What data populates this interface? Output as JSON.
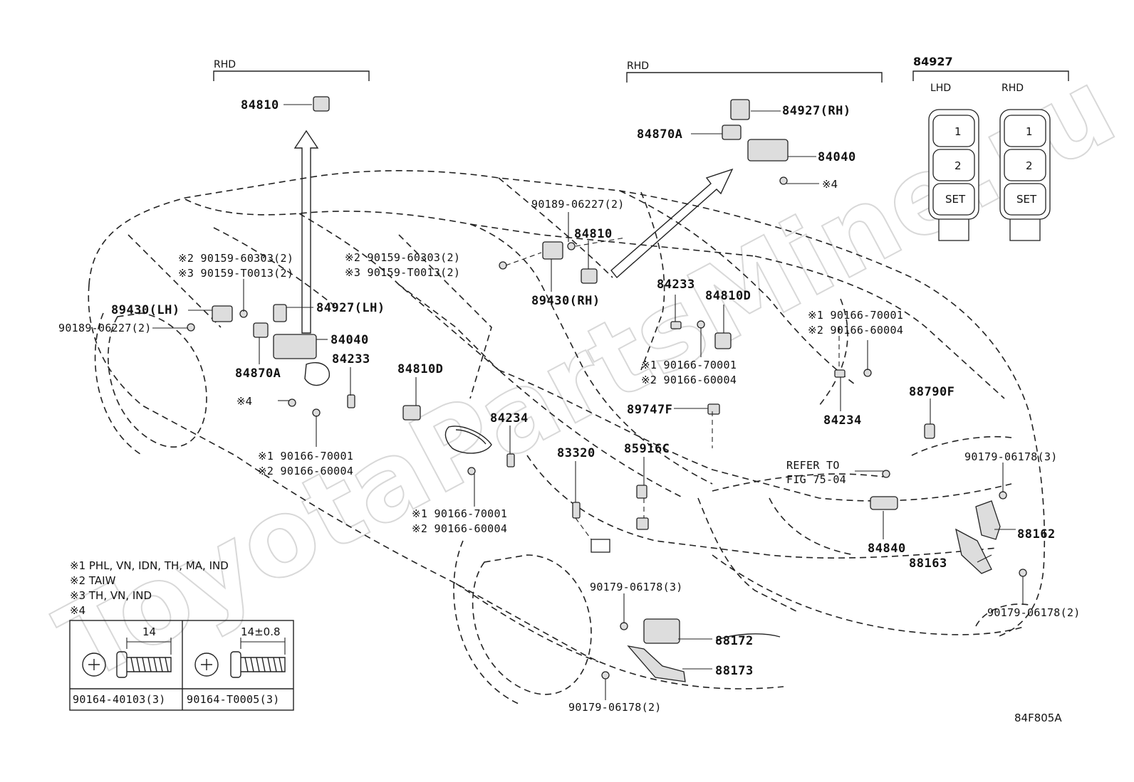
{
  "watermark": "ToyotaPartsMine.ru",
  "figure_code": "84F805A",
  "groups": {
    "rhd_left": "RHD",
    "rhd_right": "RHD",
    "switch_panel": {
      "number": "84927",
      "lhd": "LHD",
      "rhd": "RHD",
      "button_labels": [
        "1",
        "2",
        "SET"
      ]
    }
  },
  "callouts": {
    "c_84810_top": "84810",
    "c_84927_rh": "84927(RH)",
    "c_84870a_right": "84870A",
    "c_84040_right": "84040",
    "c_note4_right": "※4",
    "c_90189_right": "90189-06227(2)",
    "c_84810_mid": "84810",
    "c_89430_rh": "89430(RH)",
    "c_90159_a2_mid": "※2 90159-60303(2)",
    "c_90159_a3_mid": "※3 90159-T0013(2)",
    "c_90159_a2_left": "※2 90159-60303(2)",
    "c_90159_a3_left": "※3 90159-T0013(2)",
    "c_89430_lh": "89430(LH)",
    "c_84927_lh": "84927(LH)",
    "c_90189_left": "90189-06227(2)",
    "c_84040_left": "84040",
    "c_84233_left": "84233",
    "c_84870a_left": "84870A",
    "c_note4_left": "※4",
    "c_84810d_left": "84810D",
    "c_90166_a1_left": "※1  90166-70001",
    "c_90166_a2_left": "※2  90166-60004",
    "c_84234_mid": "84234",
    "c_83320": "83320",
    "c_90166_a1_low": "※1  90166-70001",
    "c_90166_a2_low": "※2  90166-60004",
    "c_84233_right": "84233",
    "c_84810d_right": "84810D",
    "c_90166_a1_mid": "※1  90166-70001",
    "c_90166_a2_mid": "※2  90166-60004",
    "c_90166_a1_right": "※1  90166-70001",
    "c_90166_a2_right": "※2  90166-60004",
    "c_84234_right": "84234",
    "c_89747f": "89747F",
    "c_85916c": "85916C",
    "c_88790f": "88790F",
    "c_refer_1": "REFER TO",
    "c_refer_2": "FIG 75-04",
    "c_90179_right_top": "90179-06178(3)",
    "c_84840": "84840",
    "c_88162": "88162",
    "c_88163": "88163",
    "c_90179_right_bot": "90179-06178(2)",
    "c_90179_mid": "90179-06178(3)",
    "c_88172": "88172",
    "c_88173": "88173",
    "c_90179_bot": "90179-06178(2)"
  },
  "notes": {
    "n1": "※1 PHL, VN, IDN, TH, MA, IND",
    "n2": "※2 TAIW",
    "n3": "※3 TH, VN, IND",
    "n4": "※4"
  },
  "screw_table": {
    "left_dim": "14",
    "right_dim": "14±0.8",
    "left_part": "90164-40103(3)",
    "right_part": "90164-T0005(3)"
  }
}
